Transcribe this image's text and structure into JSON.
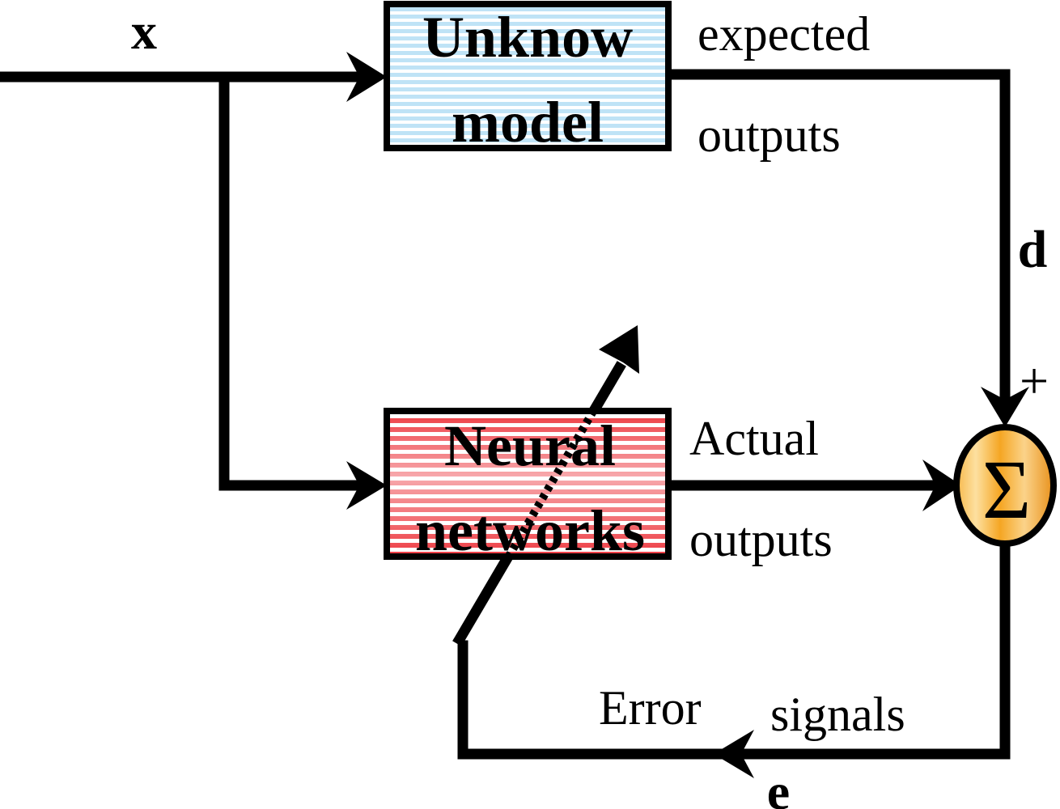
{
  "diagram": {
    "input_label": "x",
    "unknown_model": {
      "line1": "Unknow",
      "line2": "model",
      "fill_color": "#cfe8f7"
    },
    "expected_outputs": {
      "line1": "expected",
      "line2": "outputs"
    },
    "desired_label": "d",
    "plus_sign": "+",
    "summation_symbol": "Σ",
    "summation_color": "#f5a623",
    "neural_networks": {
      "line1": "Neural",
      "line2": "networks",
      "fill_color": "#e8303a"
    },
    "actual_outputs": {
      "line1": "Actual",
      "line2": "outputs"
    },
    "error_signals": {
      "word1": "Error",
      "word2": "signals"
    },
    "error_label": "e"
  }
}
